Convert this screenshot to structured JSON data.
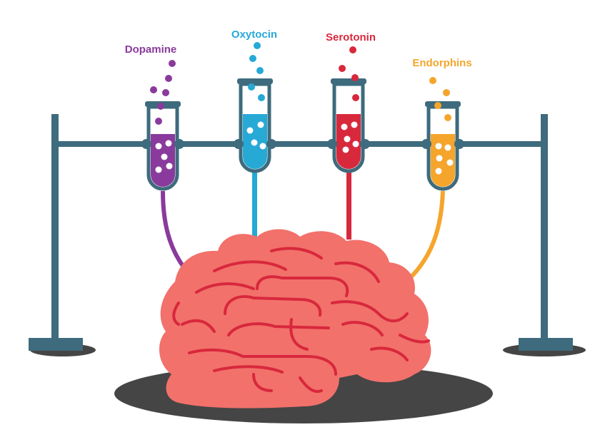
{
  "tubes": [
    {
      "label": "Dopamine",
      "color": "#8a3a9c"
    },
    {
      "label": "Oxytocin",
      "color": "#27a9d6"
    },
    {
      "label": "Serotonin",
      "color": "#d8283c"
    },
    {
      "label": "Endorphins",
      "color": "#f5a52c"
    }
  ],
  "colors": {
    "stand": "#3e6b7d",
    "shadow": "#454545",
    "brain_fill": "#f2716b",
    "brain_fold": "#d8283c",
    "bubble": "#ffffff"
  }
}
